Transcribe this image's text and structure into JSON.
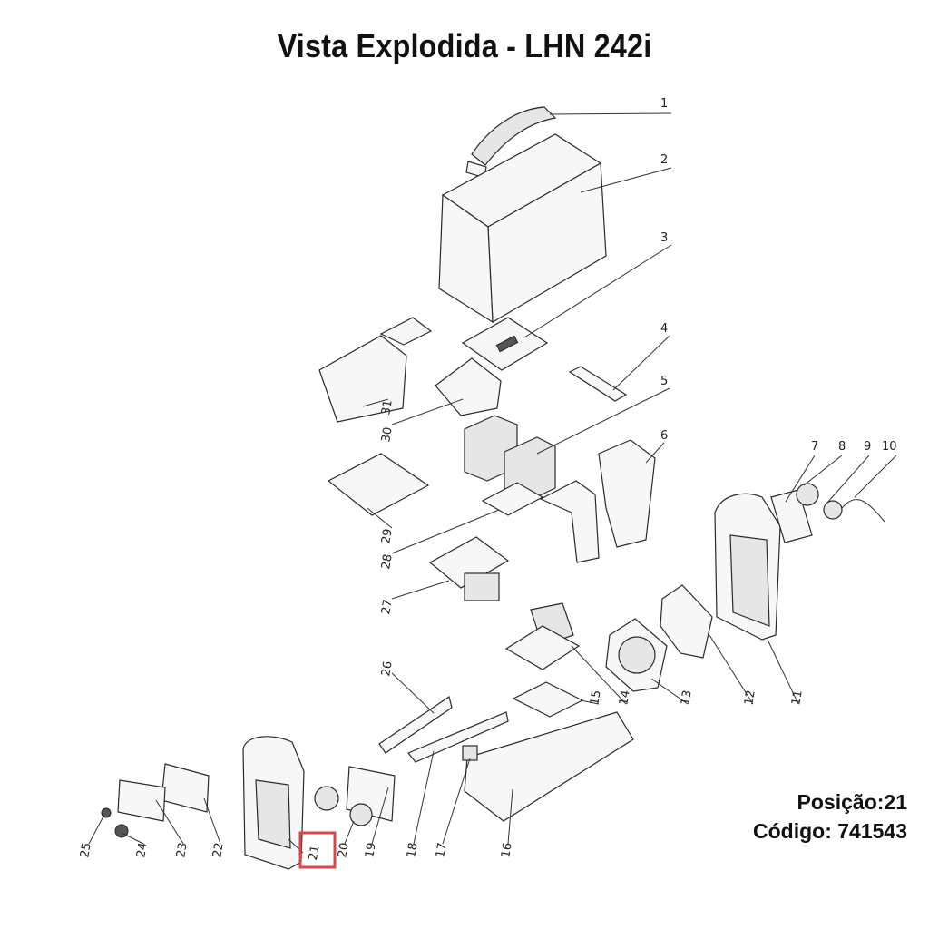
{
  "title": "Vista Explodida - LHN 242i",
  "info": {
    "position_label": "Posição:21",
    "code_label": "Código: 741543"
  },
  "callouts": [
    "1",
    "2",
    "3",
    "4",
    "5",
    "6",
    "7",
    "8",
    "9",
    "10",
    "11",
    "12",
    "13",
    "14",
    "15",
    "16",
    "17",
    "18",
    "19",
    "20",
    "21",
    "22",
    "23",
    "24",
    "25",
    "26",
    "27",
    "28",
    "29",
    "30",
    "31"
  ],
  "highlighted_callout": "21",
  "colors": {
    "highlight": "#e04545",
    "line": "#2a2a2a",
    "text": "#111111"
  }
}
